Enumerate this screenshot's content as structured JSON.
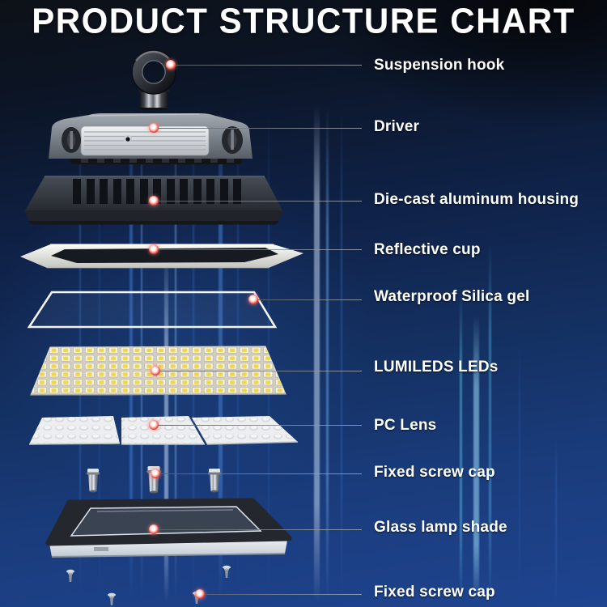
{
  "title": "PRODUCT STRUCTURE CHART",
  "parts": [
    {
      "label": "Suspension hook"
    },
    {
      "label": "Driver"
    },
    {
      "label": "Die-cast aluminum housing"
    },
    {
      "label": "Reflective cup"
    },
    {
      "label": "Waterproof Silica gel"
    },
    {
      "label": "LUMILEDS LEDs"
    },
    {
      "label": "PC Lens"
    },
    {
      "label": "Fixed screw cap"
    },
    {
      "label": "Glass lamp shade"
    },
    {
      "label": "Fixed screw cap"
    }
  ],
  "colors": {
    "marker_red": "#e63a2d",
    "label_text": "#ffffff",
    "leader_line": "#8b949e",
    "background_top": "#0d1117",
    "background_bottom": "#1f4490"
  }
}
